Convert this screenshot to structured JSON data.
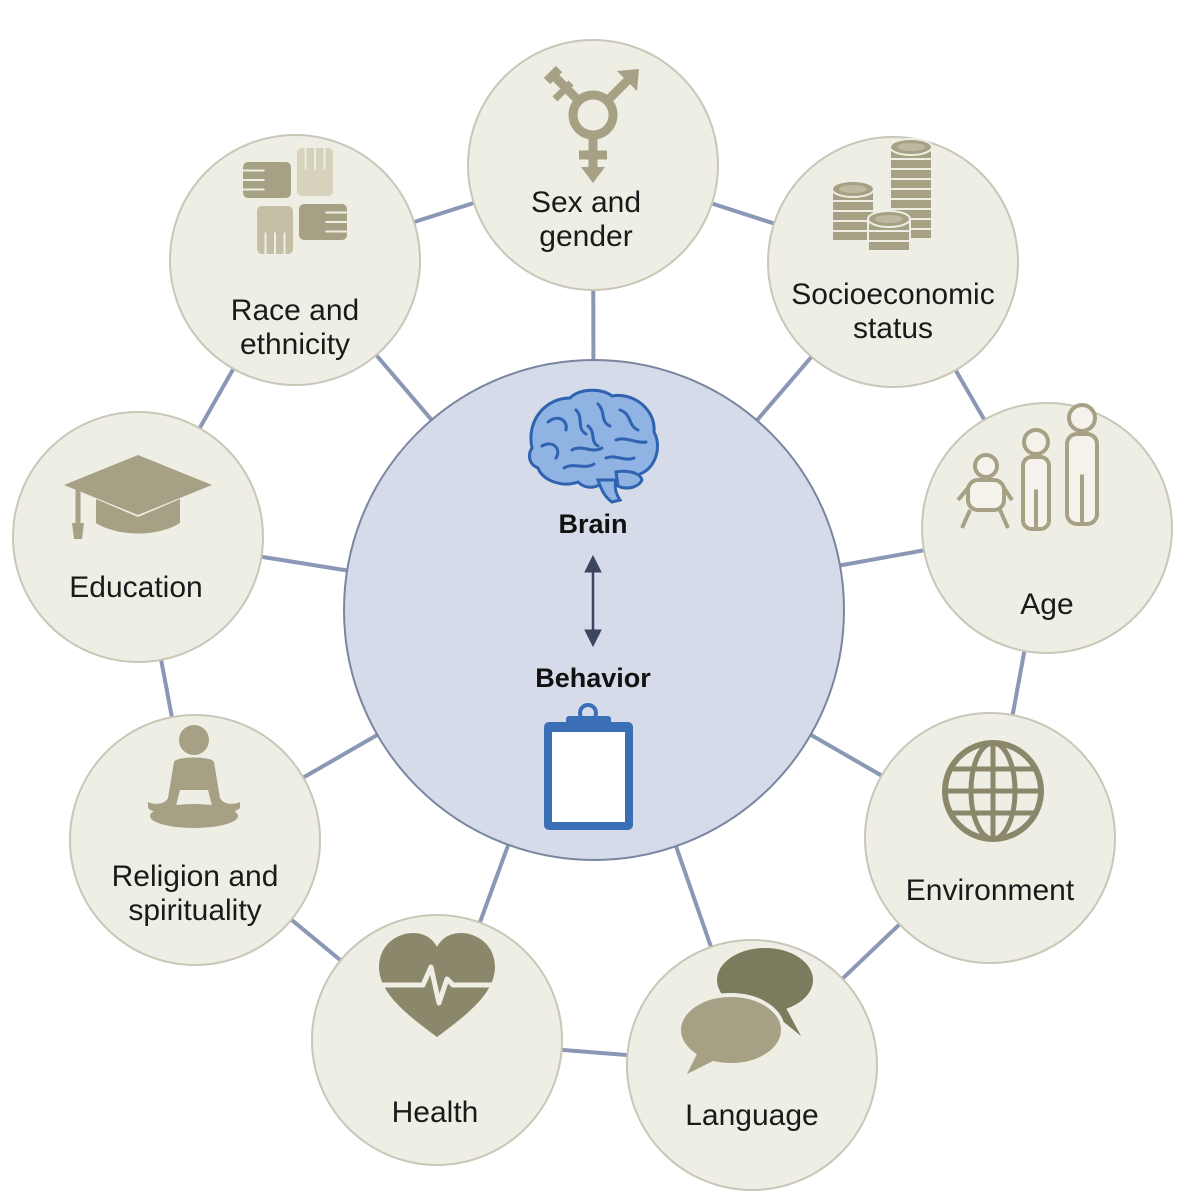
{
  "colors": {
    "connector": "#8a97b5",
    "node_fill": "#efeee4",
    "node_stroke": "#c9c7b8",
    "icon": "#a6a184",
    "icon_dark": "#8b876b",
    "center_fill": "#d5dbe8",
    "center_stroke": "#7a869f",
    "brain": "#8fb3e3",
    "brain_stroke": "#2f62b0",
    "clipboard": "#3a6fb6",
    "arrow": "#3b4560"
  },
  "center": {
    "top_label": "Brain",
    "bottom_label": "Behavior",
    "top_icon": "brain-icon",
    "bottom_icon": "clipboard-icon"
  },
  "nodes": [
    {
      "lines": [
        "Sex and",
        "gender"
      ],
      "icon": "gender-symbol-icon"
    },
    {
      "lines": [
        "Socioeconomic",
        "status"
      ],
      "icon": "coins-icon"
    },
    {
      "lines": [
        "Age"
      ],
      "icon": "people-ages-icon"
    },
    {
      "lines": [
        "Environment"
      ],
      "icon": "globe-icon"
    },
    {
      "lines": [
        "Language"
      ],
      "icon": "speech-bubbles-icon"
    },
    {
      "lines": [
        "Health"
      ],
      "icon": "heart-pulse-icon"
    },
    {
      "lines": [
        "Religion and",
        "spirituality"
      ],
      "icon": "meditation-icon"
    },
    {
      "lines": [
        "Education"
      ],
      "icon": "graduation-cap-icon"
    },
    {
      "lines": [
        "Race and",
        "ethnicity"
      ],
      "icon": "hands-icon"
    }
  ]
}
